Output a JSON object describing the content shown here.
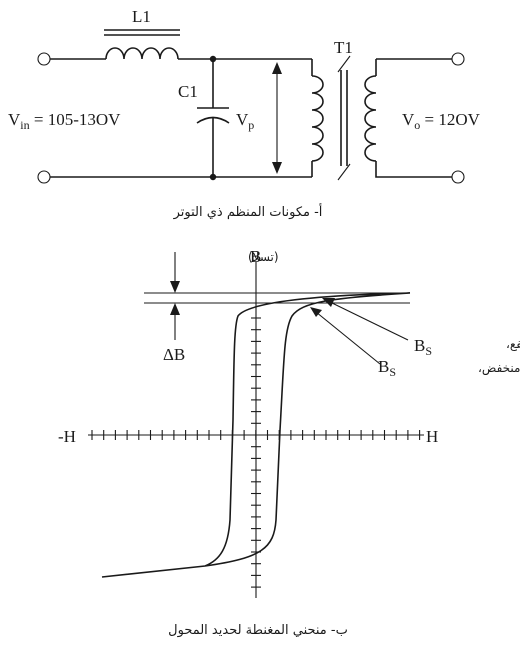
{
  "circuit": {
    "inductor_label": "L1",
    "capacitor_label": "C1",
    "transformer_label": "T1",
    "vin_main": "V",
    "vin_sub": "in",
    "vin_value": " = 105-13OV",
    "vp_main": "V",
    "vp_sub": "p",
    "vo_main": "V",
    "vo_sub": "o",
    "vo_value": " = 12OV",
    "caption": "أ- مكونات المنظم ذي التوتر"
  },
  "hysteresis": {
    "axis_y_label": "B",
    "axis_y_unit": "(تسلا)",
    "axis_x_pos_label": "H",
    "axis_x_neg_label": "-H",
    "delta_b_label": "ΔB",
    "bs_high_main": "B",
    "bs_high_sub": "S",
    "bs_high_text": "خط مرتفع،",
    "bs_low_main": "B",
    "bs_low_sub": "S",
    "bs_low_text": "خط منخفض،",
    "caption": "ب- منحني المغنطة لحديد المحول"
  },
  "colors": {
    "ink": "#1a1a1a",
    "background": "#ffffff"
  }
}
